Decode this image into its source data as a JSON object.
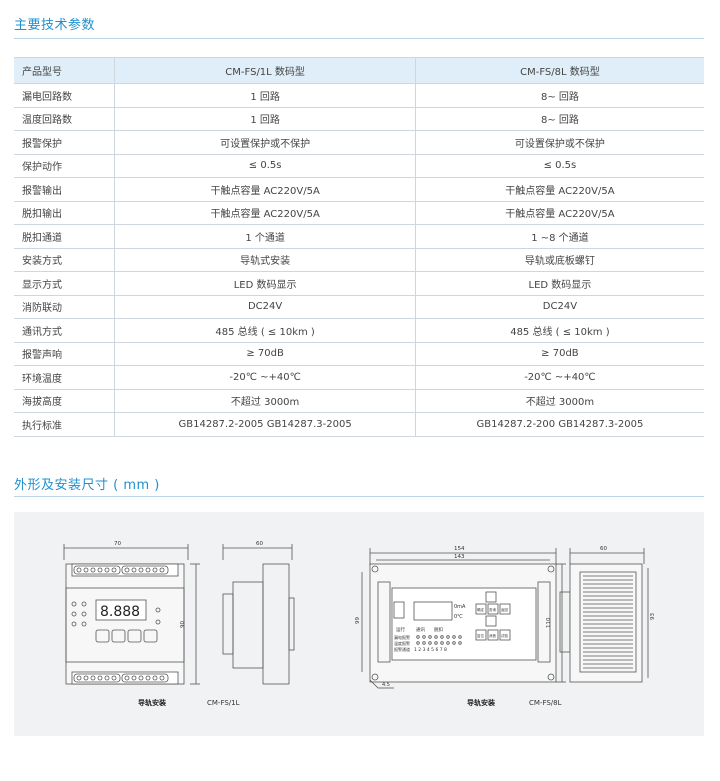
{
  "section1": {
    "title": "主要技术参数"
  },
  "spec_table": {
    "headers": [
      "产品型号",
      "CM-FS/1L 数码型",
      "CM-FS/8L 数码型"
    ],
    "rows": [
      [
        "漏电回路数",
        "1 回路",
        "8~ 回路"
      ],
      [
        "温度回路数",
        "1 回路",
        "8~ 回路"
      ],
      [
        "报警保护",
        "可设置保护或不保护",
        "可设置保护或不保护"
      ],
      [
        "保护动作",
        "≤ 0.5s",
        "≤ 0.5s"
      ],
      [
        "报警输出",
        "干触点容量 AC220V/5A",
        "干触点容量 AC220V/5A"
      ],
      [
        "脱扣输出",
        "干触点容量 AC220V/5A",
        "干触点容量 AC220V/5A"
      ],
      [
        "脱扣通道",
        "1 个通道",
        "1 ~8 个通道"
      ],
      [
        "安装方式",
        "导轨式安装",
        "导轨或底板螺钉"
      ],
      [
        "显示方式",
        "LED 数码显示",
        "LED 数码显示"
      ],
      [
        "消防联动",
        "DC24V",
        "DC24V"
      ],
      [
        "通讯方式",
        "485 总线 ( ≤ 10km )",
        "485 总线 ( ≤ 10km )"
      ],
      [
        "报警声响",
        "≥ 70dB",
        "≥ 70dB"
      ],
      [
        "环境温度",
        "-20℃ ~+40℃",
        "-20℃ ~+40℃"
      ],
      [
        "海拔高度",
        "不超过 3000m",
        "不超过 3000m"
      ],
      [
        "执行标准",
        "GB14287.2-2005   GB14287.3-2005",
        "GB14287.2-200  GB14287.3-2005"
      ]
    ]
  },
  "section2": {
    "title": "外形及安装尺寸 ( mm )"
  },
  "drawing": {
    "left": {
      "install_label": "导轨安装",
      "model_label": "CM-FS/1L",
      "dim_width": "70",
      "dim_height": "90",
      "dim_depth": "60",
      "display": "8.888"
    },
    "right": {
      "install_label": "导轨安装",
      "model_label": "CM-FS/8L",
      "dim_outer_width": "154",
      "dim_inner_width": "143",
      "dim_inner_height": "99",
      "dim_outer_height": "110",
      "dim_depth": "60",
      "dim_side_height": "93",
      "dim_hole": "4.5",
      "unit_ma": "0mA",
      "unit_c": "0℃",
      "run_label": "运行",
      "comm_label": "通讯",
      "trip_label": "脱扣",
      "row1_label": "漏电报警",
      "row2_label": "温度报警",
      "row3_label": "报警通道",
      "channels": "1 2 3 4 5 6 7 8",
      "btn_confirm": "确定",
      "btn_query": "查询",
      "btn_clear": "消音",
      "btn_set": "设置",
      "btn_return": "返回",
      "btn_reset": "复位",
      "btn_mute": "消音",
      "btn_test": "试验"
    }
  }
}
